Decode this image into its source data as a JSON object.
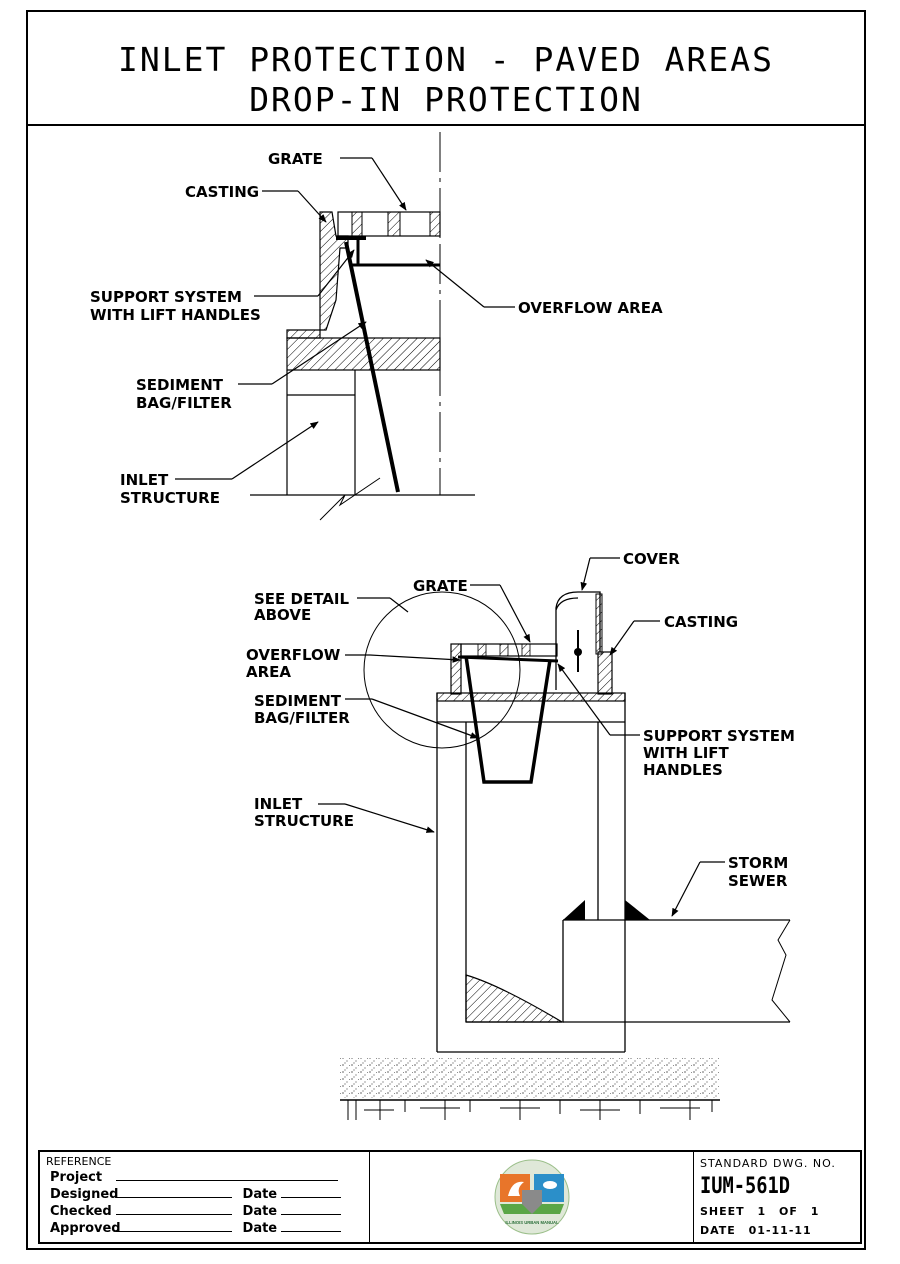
{
  "title": {
    "line1": "INLET PROTECTION - PAVED AREAS",
    "line2": "DROP-IN PROTECTION"
  },
  "detail_top": {
    "grate": "GRATE",
    "casting": "CASTING",
    "support_line1": "SUPPORT SYSTEM",
    "support_line2": "WITH LIFT HANDLES",
    "overflow": "OVERFLOW AREA",
    "sediment_line1": "SEDIMENT",
    "sediment_line2": "BAG/FILTER",
    "inlet_line1": "INLET",
    "inlet_line2": "STRUCTURE"
  },
  "detail_bottom": {
    "cover": "COVER",
    "grate": "GRATE",
    "see_detail_line1": "SEE DETAIL",
    "see_detail_line2": "ABOVE",
    "casting": "CASTING",
    "overflow_line1": "OVERFLOW",
    "overflow_line2": "AREA",
    "sediment_line1": "SEDIMENT",
    "sediment_line2": "BAG/FILTER",
    "support_line1": "SUPPORT SYSTEM",
    "support_line2": "WITH LIFT",
    "support_line3": "HANDLES",
    "inlet_line1": "INLET",
    "inlet_line2": "STRUCTURE",
    "storm_line1": "STORM",
    "storm_line2": "SEWER"
  },
  "reference": {
    "title": "REFERENCE",
    "project": "Project",
    "designed": "Designed",
    "checked": "Checked",
    "approved": "Approved",
    "date": "Date"
  },
  "logo": {
    "text": "ILLINOIS URBAN MANUAL",
    "colors": {
      "orange": "#e8752a",
      "blue": "#2b8fc9",
      "green": "#5aa646",
      "gray": "#8a8a8a"
    }
  },
  "drawing_info": {
    "label": "STANDARD DWG. NO.",
    "number": "IUM-561D",
    "sheet_label": "SHEET",
    "sheet_num": "1",
    "sheet_of": "OF",
    "sheet_total": "1",
    "date_label": "DATE",
    "date_value": "01-11-11"
  }
}
